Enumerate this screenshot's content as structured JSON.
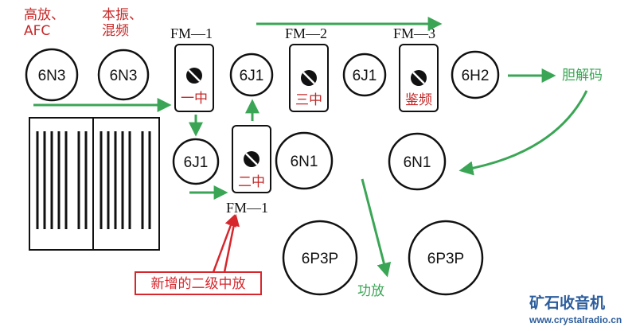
{
  "labels": {
    "hf_amp": "高放、",
    "afc": "AFC",
    "oscillator": "本振、",
    "mixer": "混频",
    "decoder": "胆解码",
    "power_amp": "功放",
    "new_stage": "新增的二级中放"
  },
  "transformers": {
    "fm1_top": "FM—1",
    "fm2": "FM—2",
    "fm3": "FM—3",
    "fm1_bottom": "FM—1"
  },
  "if_cans": {
    "if1": "一中",
    "if2": "二中",
    "if3": "三中",
    "discriminator": "鉴频"
  },
  "tubes": [
    "6J1",
    "6J1",
    "6J1",
    "6N1",
    "6N1",
    "6P3P",
    "6N3",
    "6N3",
    "6H2",
    "6P3P"
  ],
  "colors": {
    "signal_arrow": "#3aa655",
    "annotation": "#c62828",
    "callout": "#d7262c",
    "watermark": "#2c5d9c"
  },
  "watermark": {
    "brand": "矿石收音机",
    "url": "www.crystalradio.cn"
  }
}
